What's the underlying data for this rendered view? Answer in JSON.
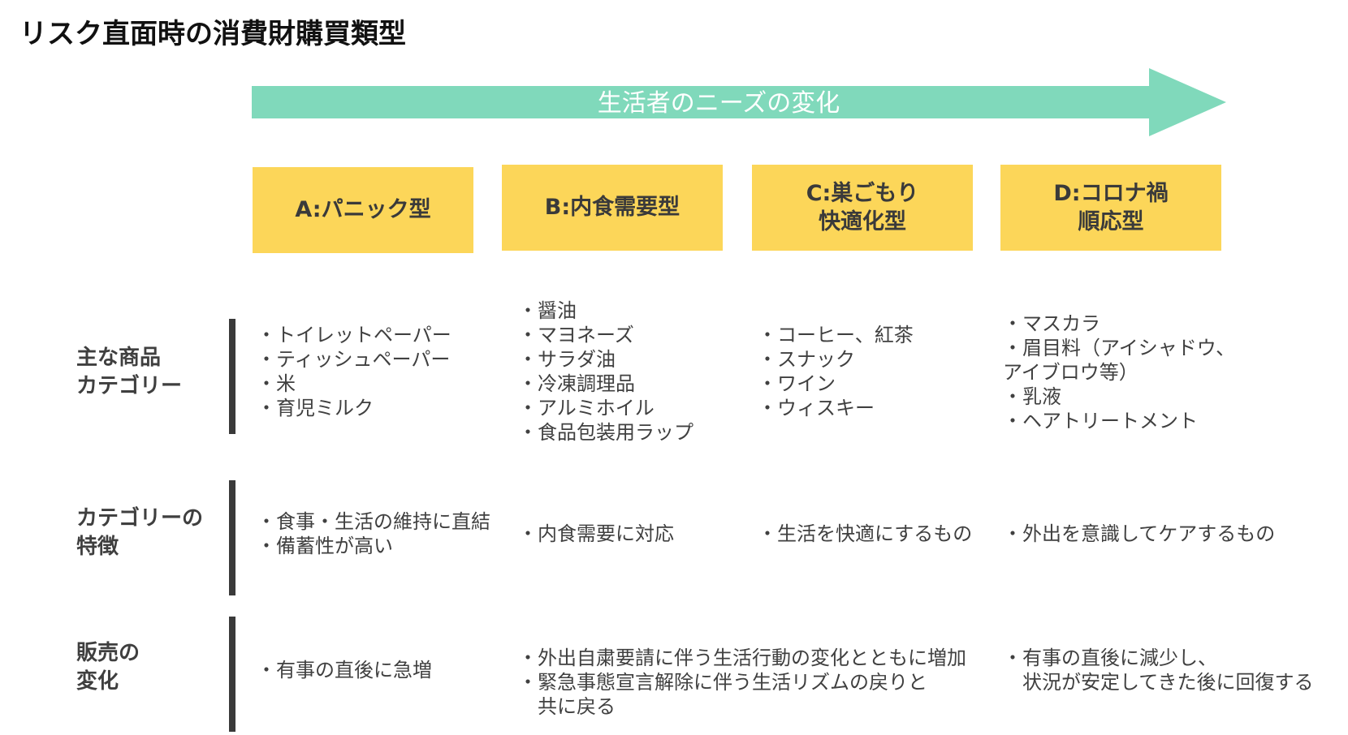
{
  "title": "リスク直面時の消費財購買類型",
  "arrow": {
    "label": "生活者のニーズの変化",
    "color": "#80d9bb"
  },
  "types": [
    {
      "label": "A:パニック型"
    },
    {
      "label": "B:内食需要型"
    },
    {
      "label": "C:巣ごもり\n快適化型"
    },
    {
      "label": "D:コロナ禍\n順応型"
    }
  ],
  "rows": [
    {
      "label": "主な商品\nカテゴリー",
      "cells": [
        "・トイレットペーパー\n・ティッシュペーパー\n・米\n・育児ミルク",
        "・醤油\n・マヨネーズ\n・サラダ油\n・冷凍調理品\n・アルミホイル\n・食品包装用ラップ",
        "・コーヒー、紅茶\n・スナック\n・ワイン\n・ウィスキー",
        "・マスカラ\n・眉目料（アイシャドウ、\nアイブロウ等）\n・乳液\n・ヘアトリートメント"
      ]
    },
    {
      "label": "カテゴリーの\n特徴",
      "cells": [
        "・食事・生活の維持に直結\n・備蓄性が高い",
        "・内食需要に対応",
        "・生活を快適にするもの",
        "・外出を意識してケアするもの"
      ]
    },
    {
      "label": "販売の\n変化",
      "cells": [
        "・有事の直後に急増",
        "・外出自粛要請に伴う生活行動の変化とともに増加\n・緊急事態宣言解除に伴う生活リズムの戻りと\n　共に戻る",
        "",
        "・有事の直後に減少し、\n　状況が安定してきた後に回復する"
      ]
    }
  ],
  "colors": {
    "box": "#fcd659",
    "bar": "#3a3a3a",
    "arrow": "#80d9bb"
  }
}
